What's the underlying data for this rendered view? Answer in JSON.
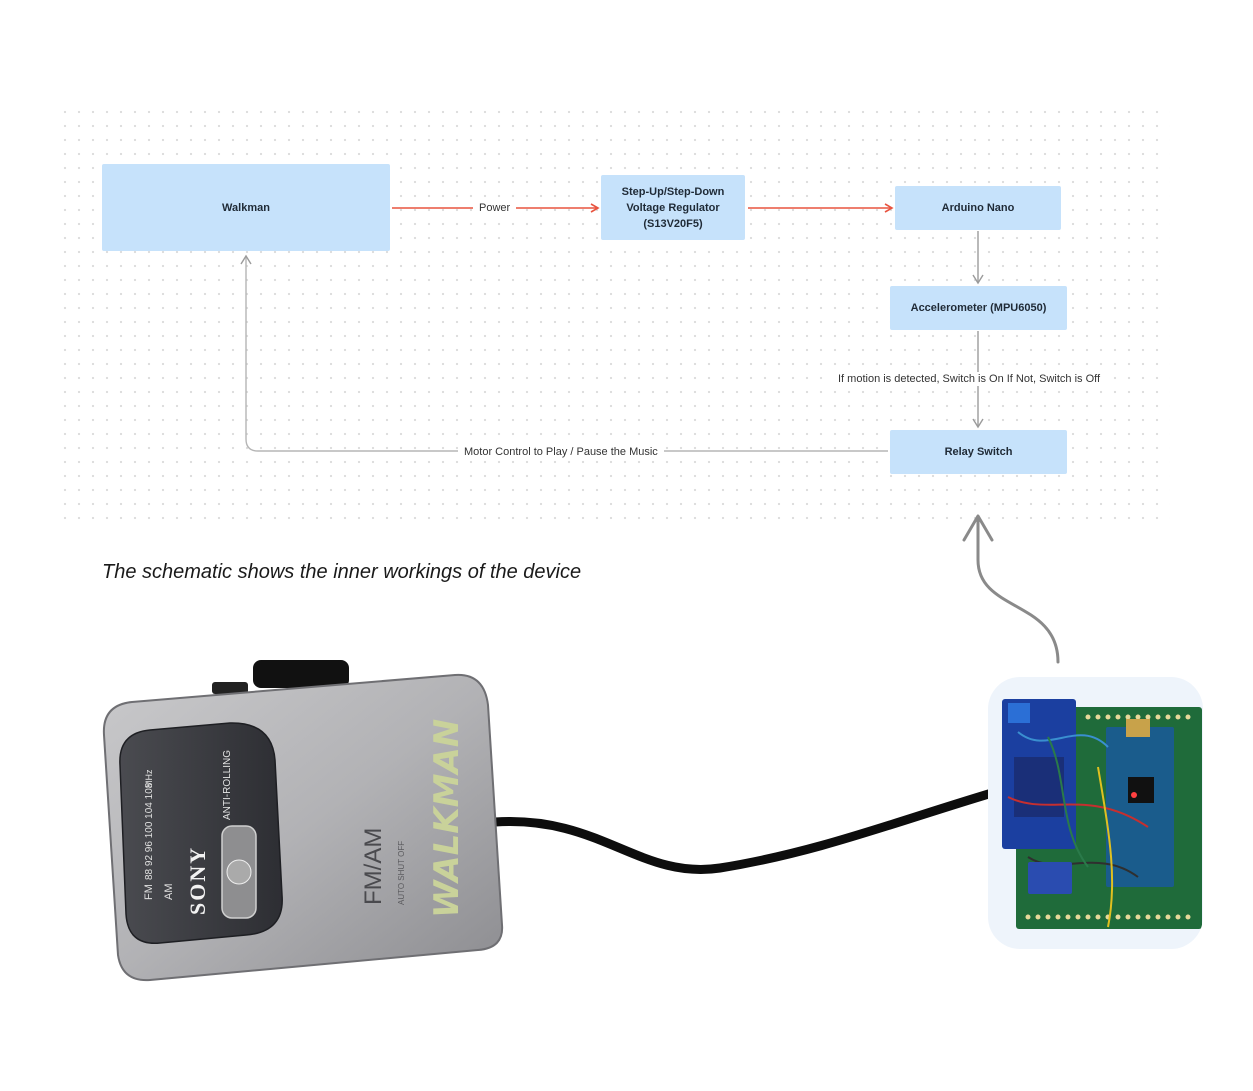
{
  "diagram": {
    "nodes": {
      "walkman": "Walkman",
      "regulator_line1": "Step-Up/Step-Down",
      "regulator_line2": "Voltage Regulator",
      "regulator_line3": "(S13V20F5)",
      "arduino": "Arduino Nano",
      "accelerometer": "Accelerometer (MPU6050)",
      "relay": "Relay Switch"
    },
    "edges": {
      "power": "Power",
      "motion": "If motion is detected, Switch is On If Not, Switch is Off",
      "motor": "Motor Control to Play / Pause the Music"
    },
    "colors": {
      "node_fill": "#c6e2fb",
      "power_arrow": "#e8533f",
      "signal_arrow": "#9b9b9b"
    }
  },
  "caption": "The schematic shows the inner workings of the device",
  "device": {
    "brand": "SONY",
    "model": "WALKMAN",
    "band": "FM/AM",
    "feature": "ANTI-ROLLING",
    "auto_shut_off": "AUTO SHUT OFF",
    "band_fm": "FM",
    "band_am": "AM",
    "mhz": "MHz",
    "freqs": "88 92 96 100 104 108"
  }
}
